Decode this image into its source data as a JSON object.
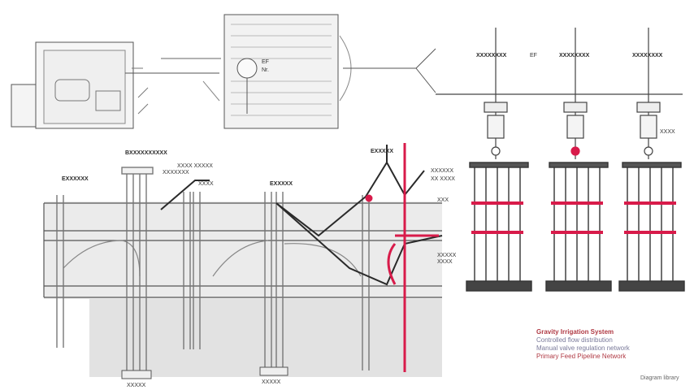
{
  "colors": {
    "line": "#3a3a3a",
    "light": "#9a9a9a",
    "shade": "#e4e4e4",
    "accent": "#d81b4a",
    "legend_title": "#b03a44",
    "legend_text": "#7a7a9a"
  },
  "labels": {
    "top_center_1": "EF",
    "top_center_2": "Nr.",
    "top_right_tag": "EF",
    "left_header": "EXXXXXX",
    "mid_header": "BXXXXXXXXXX",
    "sub_header_1": "XXXXXXX",
    "sub_header_2": "XXXX XXXXX",
    "sub_header_3": "XXXX",
    "header_4": "EXXXXX",
    "header_5": "EXXXXX",
    "header_6": "XXXXXX",
    "header_6b": "XX XXXX",
    "right_mark": "XXX",
    "water_mark_1": "XXXXX",
    "water_mark_2": "XXXX",
    "bottom_1": "XXXXX",
    "bottom_2": "XXXXX",
    "rack_1": "XXXXXXXX",
    "rack_2": "XXXXXXXX",
    "rack_3": "XXXXXXXX",
    "rack_tag": "XXXX"
  },
  "legend": {
    "title": "Gravity Irrigation System",
    "line1": "Controlled flow distribution",
    "line2": "Manual valve regulation network",
    "line3": "Primary Feed Pipeline Network"
  },
  "credit": "Diagram library"
}
